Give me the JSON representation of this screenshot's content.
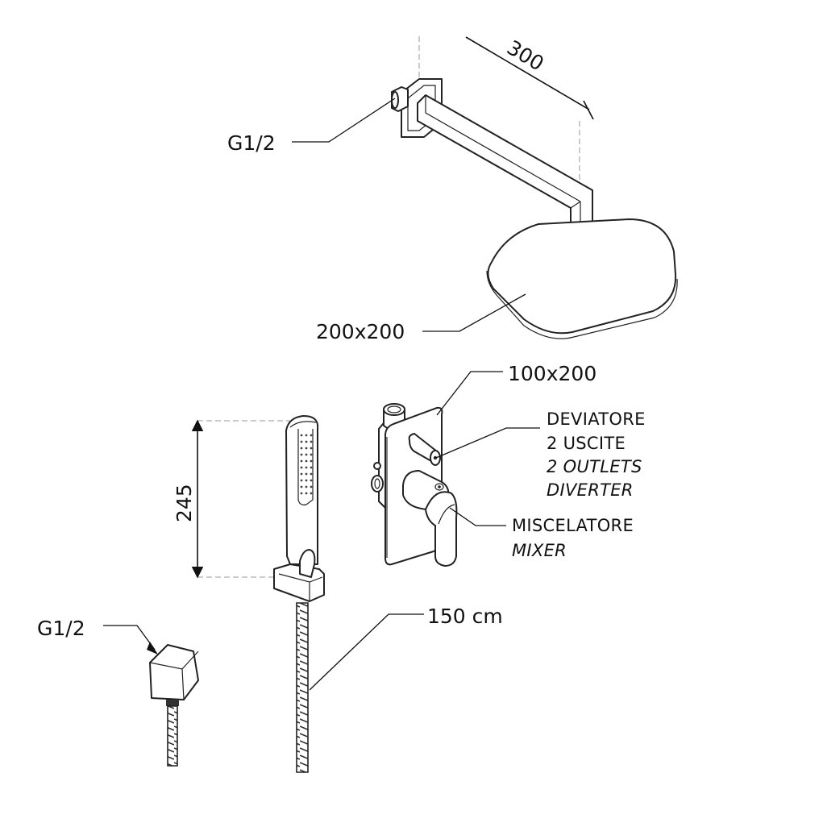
{
  "labels": {
    "arm_connection": "G1/2",
    "arm_length": "300",
    "head_size": "200x200",
    "plate_size": "100x200",
    "diverter": {
      "line1": "DEVIATORE",
      "line2": "2  USCITE",
      "line3": "2 OUTLETS",
      "line4": "DIVERTER"
    },
    "mixer": {
      "line1": "MISCELATORE",
      "line2": "MIXER"
    },
    "handshower_length": "245",
    "hose_length": "150 cm",
    "outlet_connection": "G1/2"
  }
}
